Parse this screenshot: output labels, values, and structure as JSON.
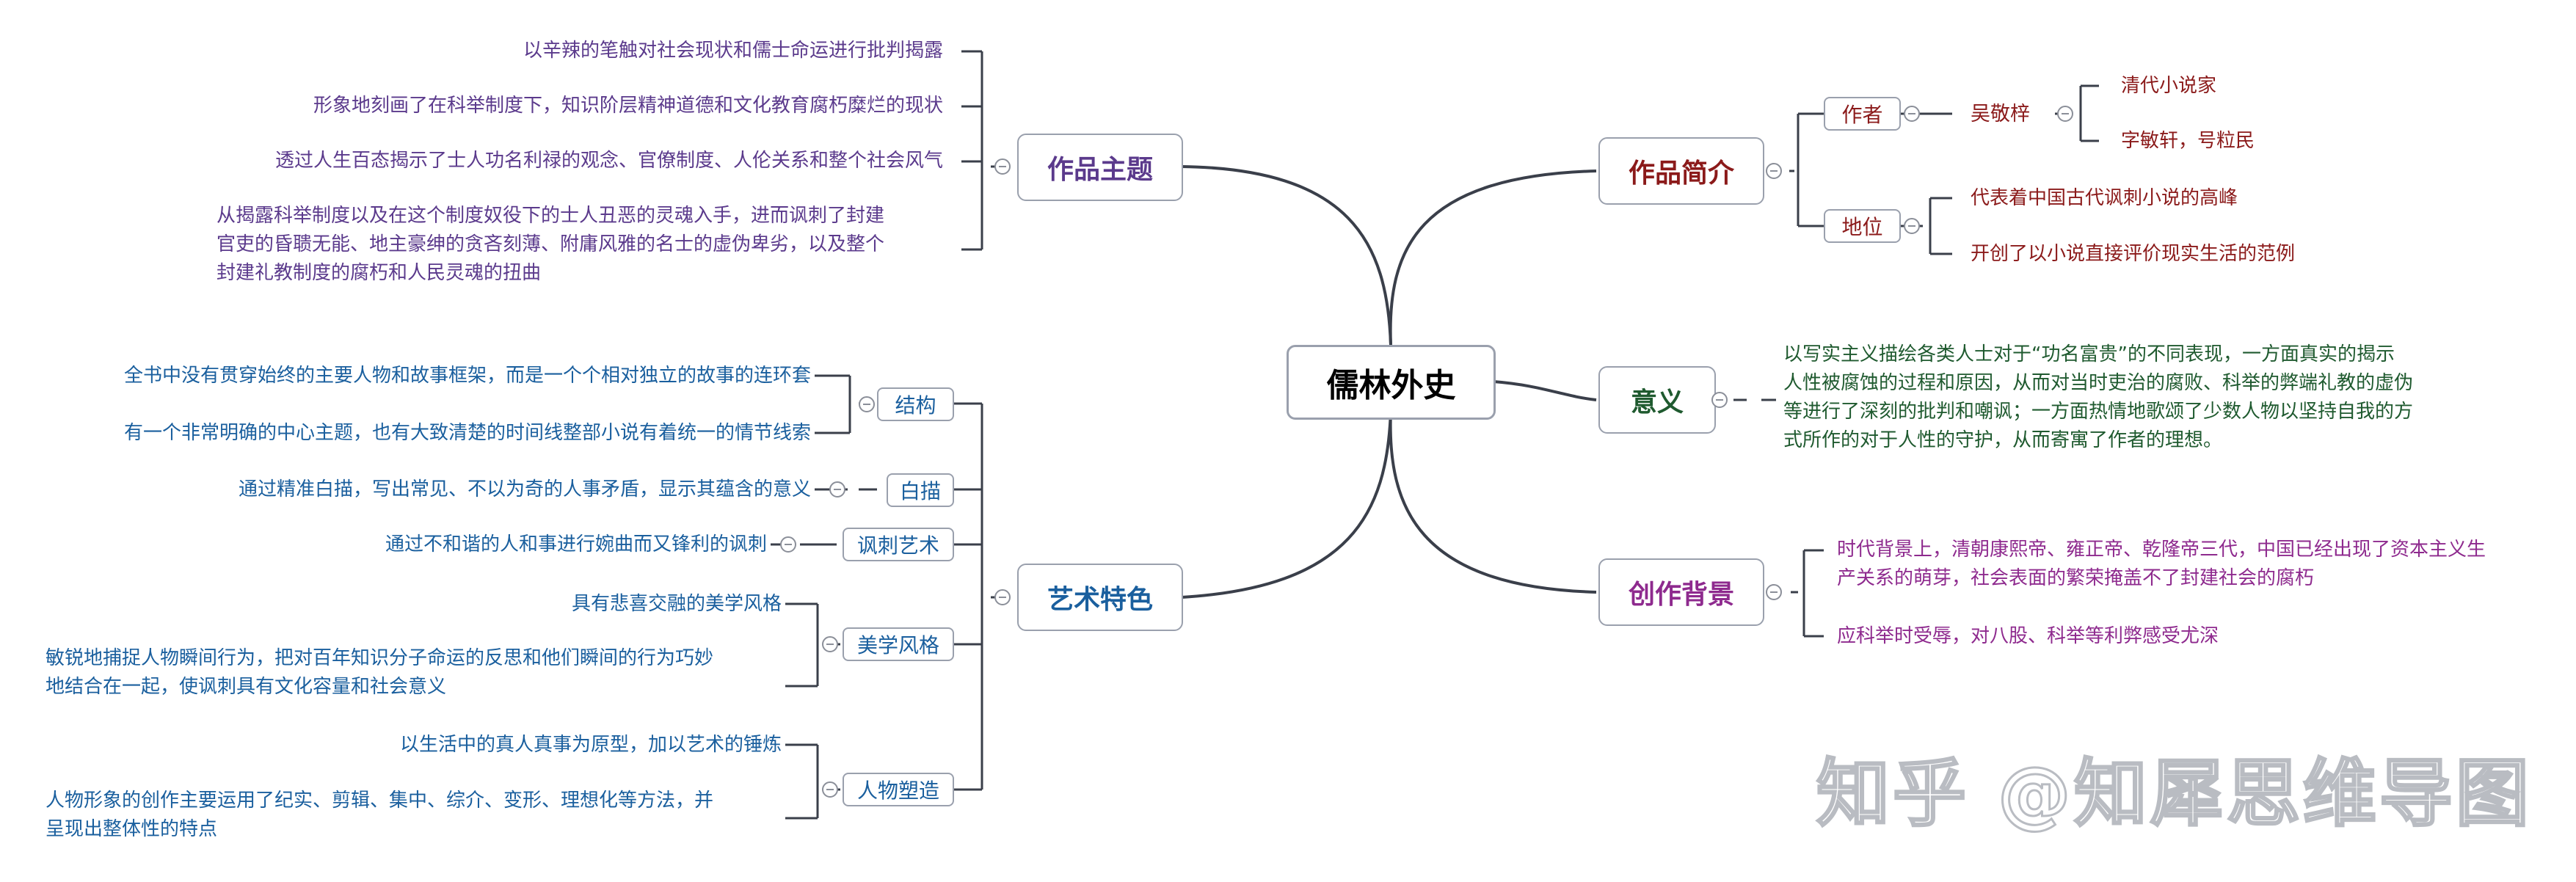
{
  "central": "儒林外史",
  "theme": {
    "title": "作品主题",
    "items": [
      "以辛辣的笔触对社会现状和儒士命运进行批判揭露",
      "形象地刻画了在科举制度下，知识阶层精神道德和文化教育腐朽糜烂的现状",
      "透过人生百态揭示了士人功名利禄的观念、官僚制度、人伦关系和整个社会风气",
      [
        "从揭露科举制度以及在这个制度奴役下的士人丑恶的灵魂入手，进而讽刺了封建",
        "官吏的昏聩无能、地主豪绅的贪吝刻薄、附庸风雅的名士的虚伪卑劣，以及整个",
        "封建礼教制度的腐朽和人民灵魂的扭曲"
      ]
    ]
  },
  "art": {
    "title": "艺术特色",
    "structure": {
      "label": "结构",
      "items": [
        "全书中没有贯穿始终的主要人物和故事框架，而是一个个相对独立的故事的连环套",
        "有一个非常明确的中心主题，也有大致清楚的时间线整部小说有着统一的情节线索"
      ]
    },
    "baimiao": {
      "label": "白描",
      "text": "通过精准白描，写出常见、不以为奇的人事矛盾，显示其蕴含的意义"
    },
    "satire": {
      "label": "讽刺艺术",
      "text": "通过不和谐的人和事进行婉曲而又锋利的讽刺"
    },
    "aesthetic": {
      "label": "美学风格",
      "items": [
        "具有悲喜交融的美学风格",
        [
          "敏锐地捕捉人物瞬间行为，把对百年知识分子命运的反思和他们瞬间的行为巧妙",
          "地结合在一起，使讽刺具有文化容量和社会意义"
        ]
      ]
    },
    "character": {
      "label": "人物塑造",
      "items": [
        "以生活中的真人真事为原型，加以艺术的锤炼",
        [
          "人物形象的创作主要运用了纪实、剪辑、集中、综介、变形、理想化等方法，并",
          "呈现出整体性的特点"
        ]
      ]
    }
  },
  "intro": {
    "title": "作品简介",
    "author": {
      "label": "作者",
      "name": "吴敬梓",
      "details": [
        "清代小说家",
        "字敏轩，号粒民"
      ]
    },
    "status": {
      "label": "地位",
      "items": [
        "代表着中国古代讽刺小说的高峰",
        "开创了以小说直接评价现实生活的范例"
      ]
    }
  },
  "meaning": {
    "title": "意义",
    "text": [
      "以写实主义描绘各类人士对于“功名富贵”的不同表现，一方面真实的揭示",
      "人性被腐蚀的过程和原因，从而对当时吏治的腐败、科举的弊端礼教的虚伪",
      "等进行了深刻的批判和嘲讽；一方面热情地歌颂了少数人物以坚持自我的方",
      "式所作的对于人性的守护，从而寄寓了作者的理想。"
    ]
  },
  "background": {
    "title": "创作背景",
    "items": [
      [
        "时代背景上，清朝康熙帝、雍正帝、乾隆帝三代，中国已经出现了资本主义生",
        "产关系的萌芽，社会表面的繁荣掩盖不了封建社会的腐朽"
      ],
      "应科举时受辱，对八股、科举等利弊感受尤深"
    ]
  },
  "watermark": "知乎 @知犀思维导图",
  "colors": {
    "theme": "#5b3a8c",
    "art": "#1a5f9e",
    "intro": "#8b1a1a",
    "meaning": "#1f5a2f",
    "background": "#8e2a8e",
    "line": "#3a3f4a"
  }
}
